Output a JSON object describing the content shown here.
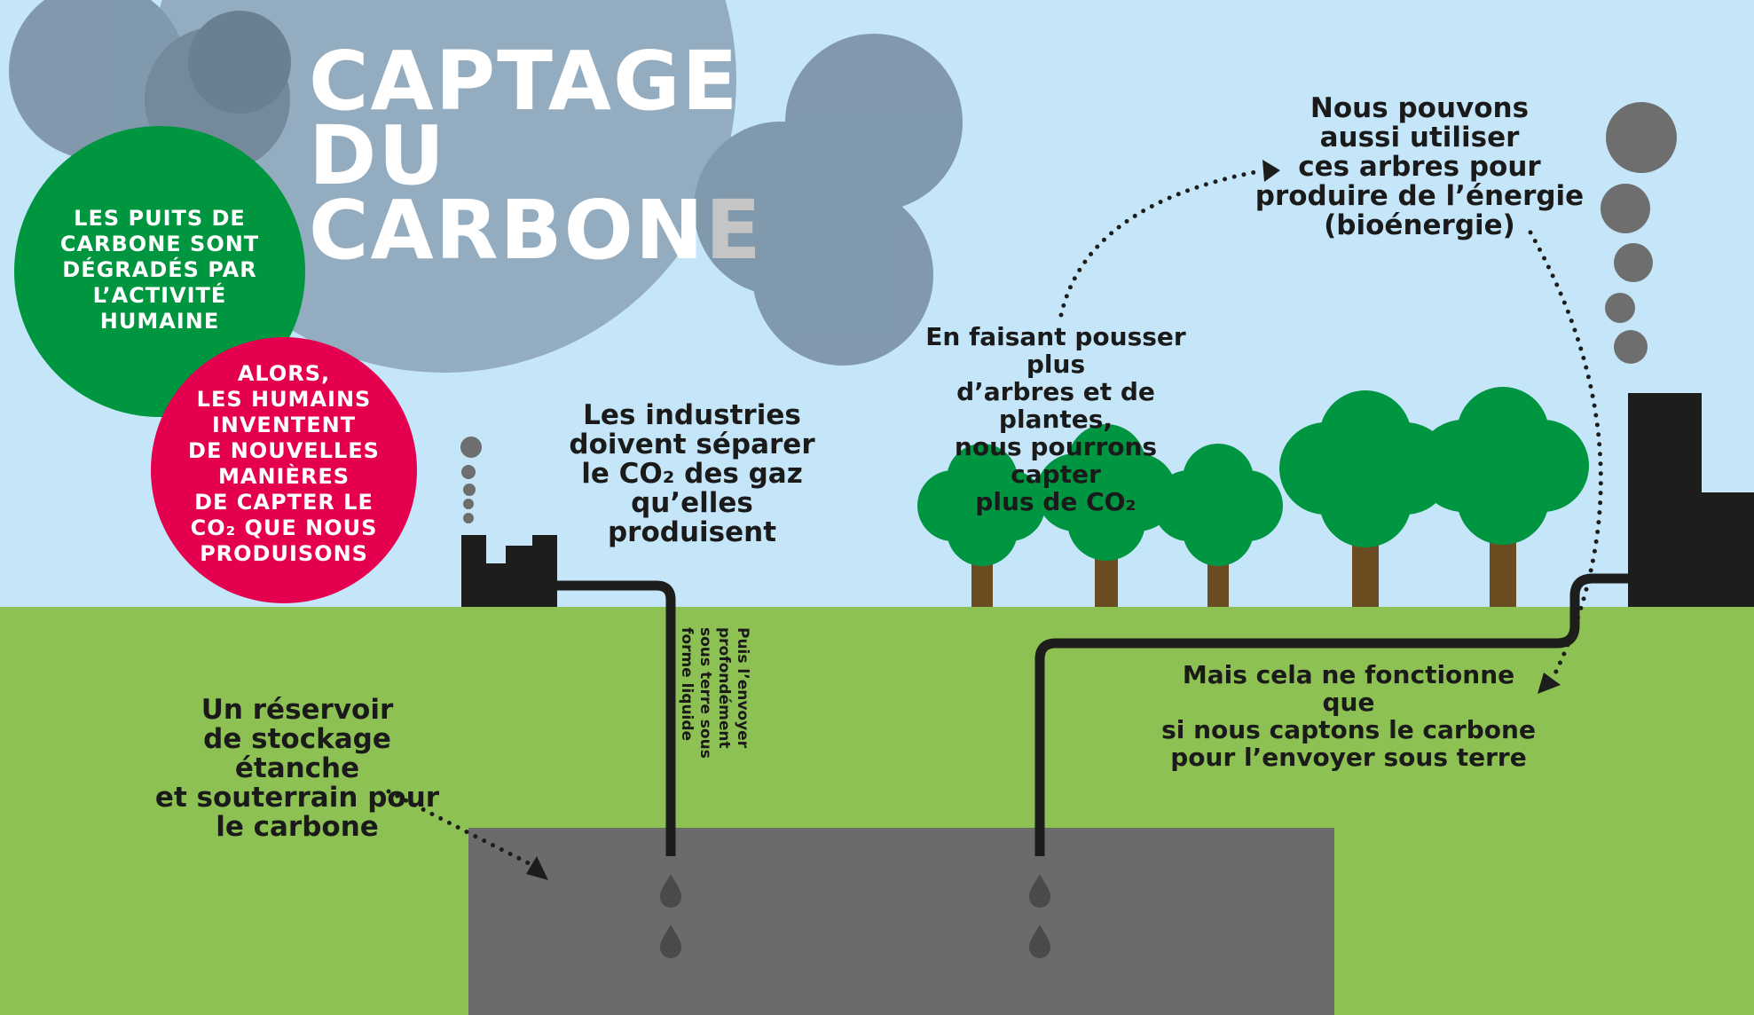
{
  "title": {
    "line1": "CAPTAGE",
    "line2": "DU",
    "line3_main": "CARBON",
    "line3_last": "E"
  },
  "green_circle": {
    "text": [
      "LES PUITS DE",
      "CARBONE SONT",
      "DÉGRADÉS PAR",
      "L’ACTIVITÉ",
      "HUMAINE"
    ]
  },
  "red_circle": {
    "text": [
      "ALORS,",
      "LES HUMAINS",
      "INVENTENT",
      "DE NOUVELLES",
      "MANIÈRES",
      "DE CAPTER LE",
      "CO₂ QUE NOUS",
      "PRODUISONS"
    ]
  },
  "industries_label": {
    "text": [
      "Les industries",
      "doivent séparer",
      "le CO₂ des gaz",
      "qu’elles produisent"
    ]
  },
  "vertical_label": {
    "text": [
      "Puis l’envoyer",
      "profondément",
      "sous terre sous",
      "forme liquide"
    ]
  },
  "reservoir_label": {
    "text": [
      "Un réservoir",
      "de stockage étanche",
      "et souterrain pour",
      "le carbone"
    ]
  },
  "trees_label": {
    "text": [
      "En faisant pousser plus",
      "d’arbres et de plantes,",
      "nous pourrons capter",
      "plus de CO₂"
    ]
  },
  "bioenergy_label": {
    "text": [
      "Nous pouvons",
      "aussi utiliser",
      "ces arbres pour",
      "produire de l’énergie",
      "(bioénergie)"
    ]
  },
  "capture_label": {
    "text": [
      "Mais cela ne fonctionne que",
      "si nous captons le carbone",
      "pour l’envoyer sous terre"
    ]
  },
  "colors": {
    "sky": "#c5e6f9",
    "ground": "#8ec153",
    "reservoir": "#6b6b6b",
    "green_circle": "#00963f",
    "red_circle": "#e4004f",
    "tree_canopy": "#009540",
    "tree_trunk": "#6b4c21",
    "factory": "#1d1d1b",
    "smoke": "#6e6e6e",
    "cloud": "#55667a"
  }
}
